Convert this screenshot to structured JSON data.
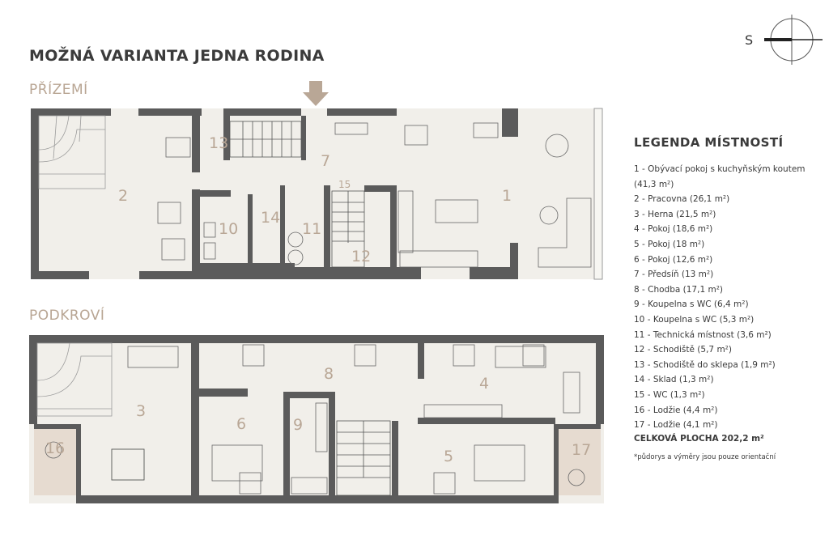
{
  "title": "MOŽNÁ VARIANTA JEDNA RODINA",
  "floors": {
    "ground": "PŘÍZEMÍ",
    "attic": "PODKROVÍ"
  },
  "compass": {
    "letter": "S"
  },
  "room_numbers": {
    "r1": "1",
    "r2": "2",
    "r3": "3",
    "r4": "4",
    "r5": "5",
    "r6": "6",
    "r7": "7",
    "r8": "8",
    "r9": "9",
    "r10": "10",
    "r11": "11",
    "r12": "12",
    "r13": "13",
    "r14": "14",
    "r15": "15",
    "r16": "16",
    "r17": "17"
  },
  "legend": {
    "title": "LEGENDA MÍSTNOSTÍ",
    "items": [
      "1 - Obývací pokoj s kuchyňským koutem (41,3 m²)",
      "2 - Pracovna (26,1 m²)",
      "3 - Herna (21,5 m²)",
      "4 - Pokoj (18,6 m²)",
      "5 - Pokoj (18 m²)",
      "6 - Pokoj (12,6 m²)",
      "7 - Předsíň (13 m²)",
      "8 - Chodba (17,1 m²)",
      "9 - Koupelna s WC (6,4 m²)",
      "10 - Koupelna s WC (5,3 m²)",
      "11 - Technická místnost (3,6 m²)",
      "12 - Schodiště (5,7 m²)",
      "13 - Schodiště do sklepa (1,9 m²)",
      "14 - Sklad (1,3 m²)",
      "15 - WC (1,3 m²)",
      "16 - Lodžie (4,4 m²)",
      "17 - Lodžie (4,1 m²)"
    ],
    "total": "CELKOVÁ PLOCHA 202,2 m²",
    "note": "*půdorys a výměry jsou pouze orientační"
  },
  "colors": {
    "wall": "#5b5b5b",
    "floor": "#f1efea",
    "label": "#b9a796",
    "arrow": "#b9a796",
    "balcony": "#e6dbd0"
  }
}
